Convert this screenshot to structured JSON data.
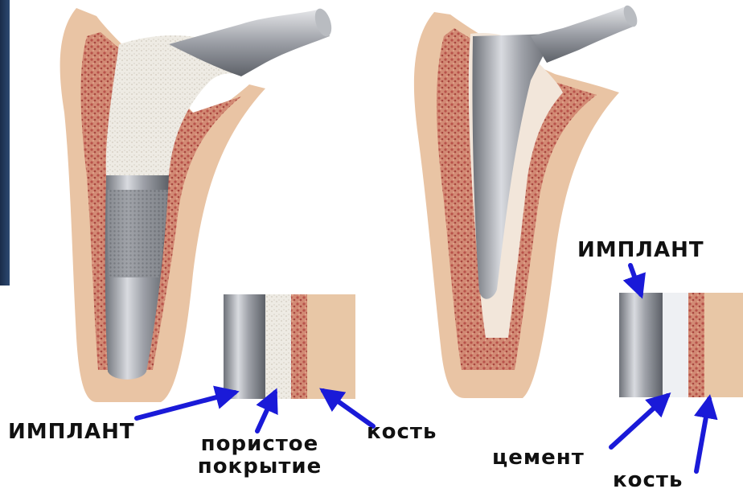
{
  "labels": {
    "implant_left": "ИМПЛАНТ",
    "porous_coating_line1": "пористое",
    "porous_coating_line2": "покрытие",
    "bone_left": "кость",
    "implant_right": "ИМПЛАНТ",
    "cement": "цемент",
    "bone_right": "кость"
  },
  "colors": {
    "bone_outer": "#e9c4a4",
    "bone_marrow": "#c77060",
    "porous_coating": "#f2ede2",
    "metal": "#a9acb2",
    "arrow": "#1a1ad8",
    "side_panel": "#21375a"
  }
}
